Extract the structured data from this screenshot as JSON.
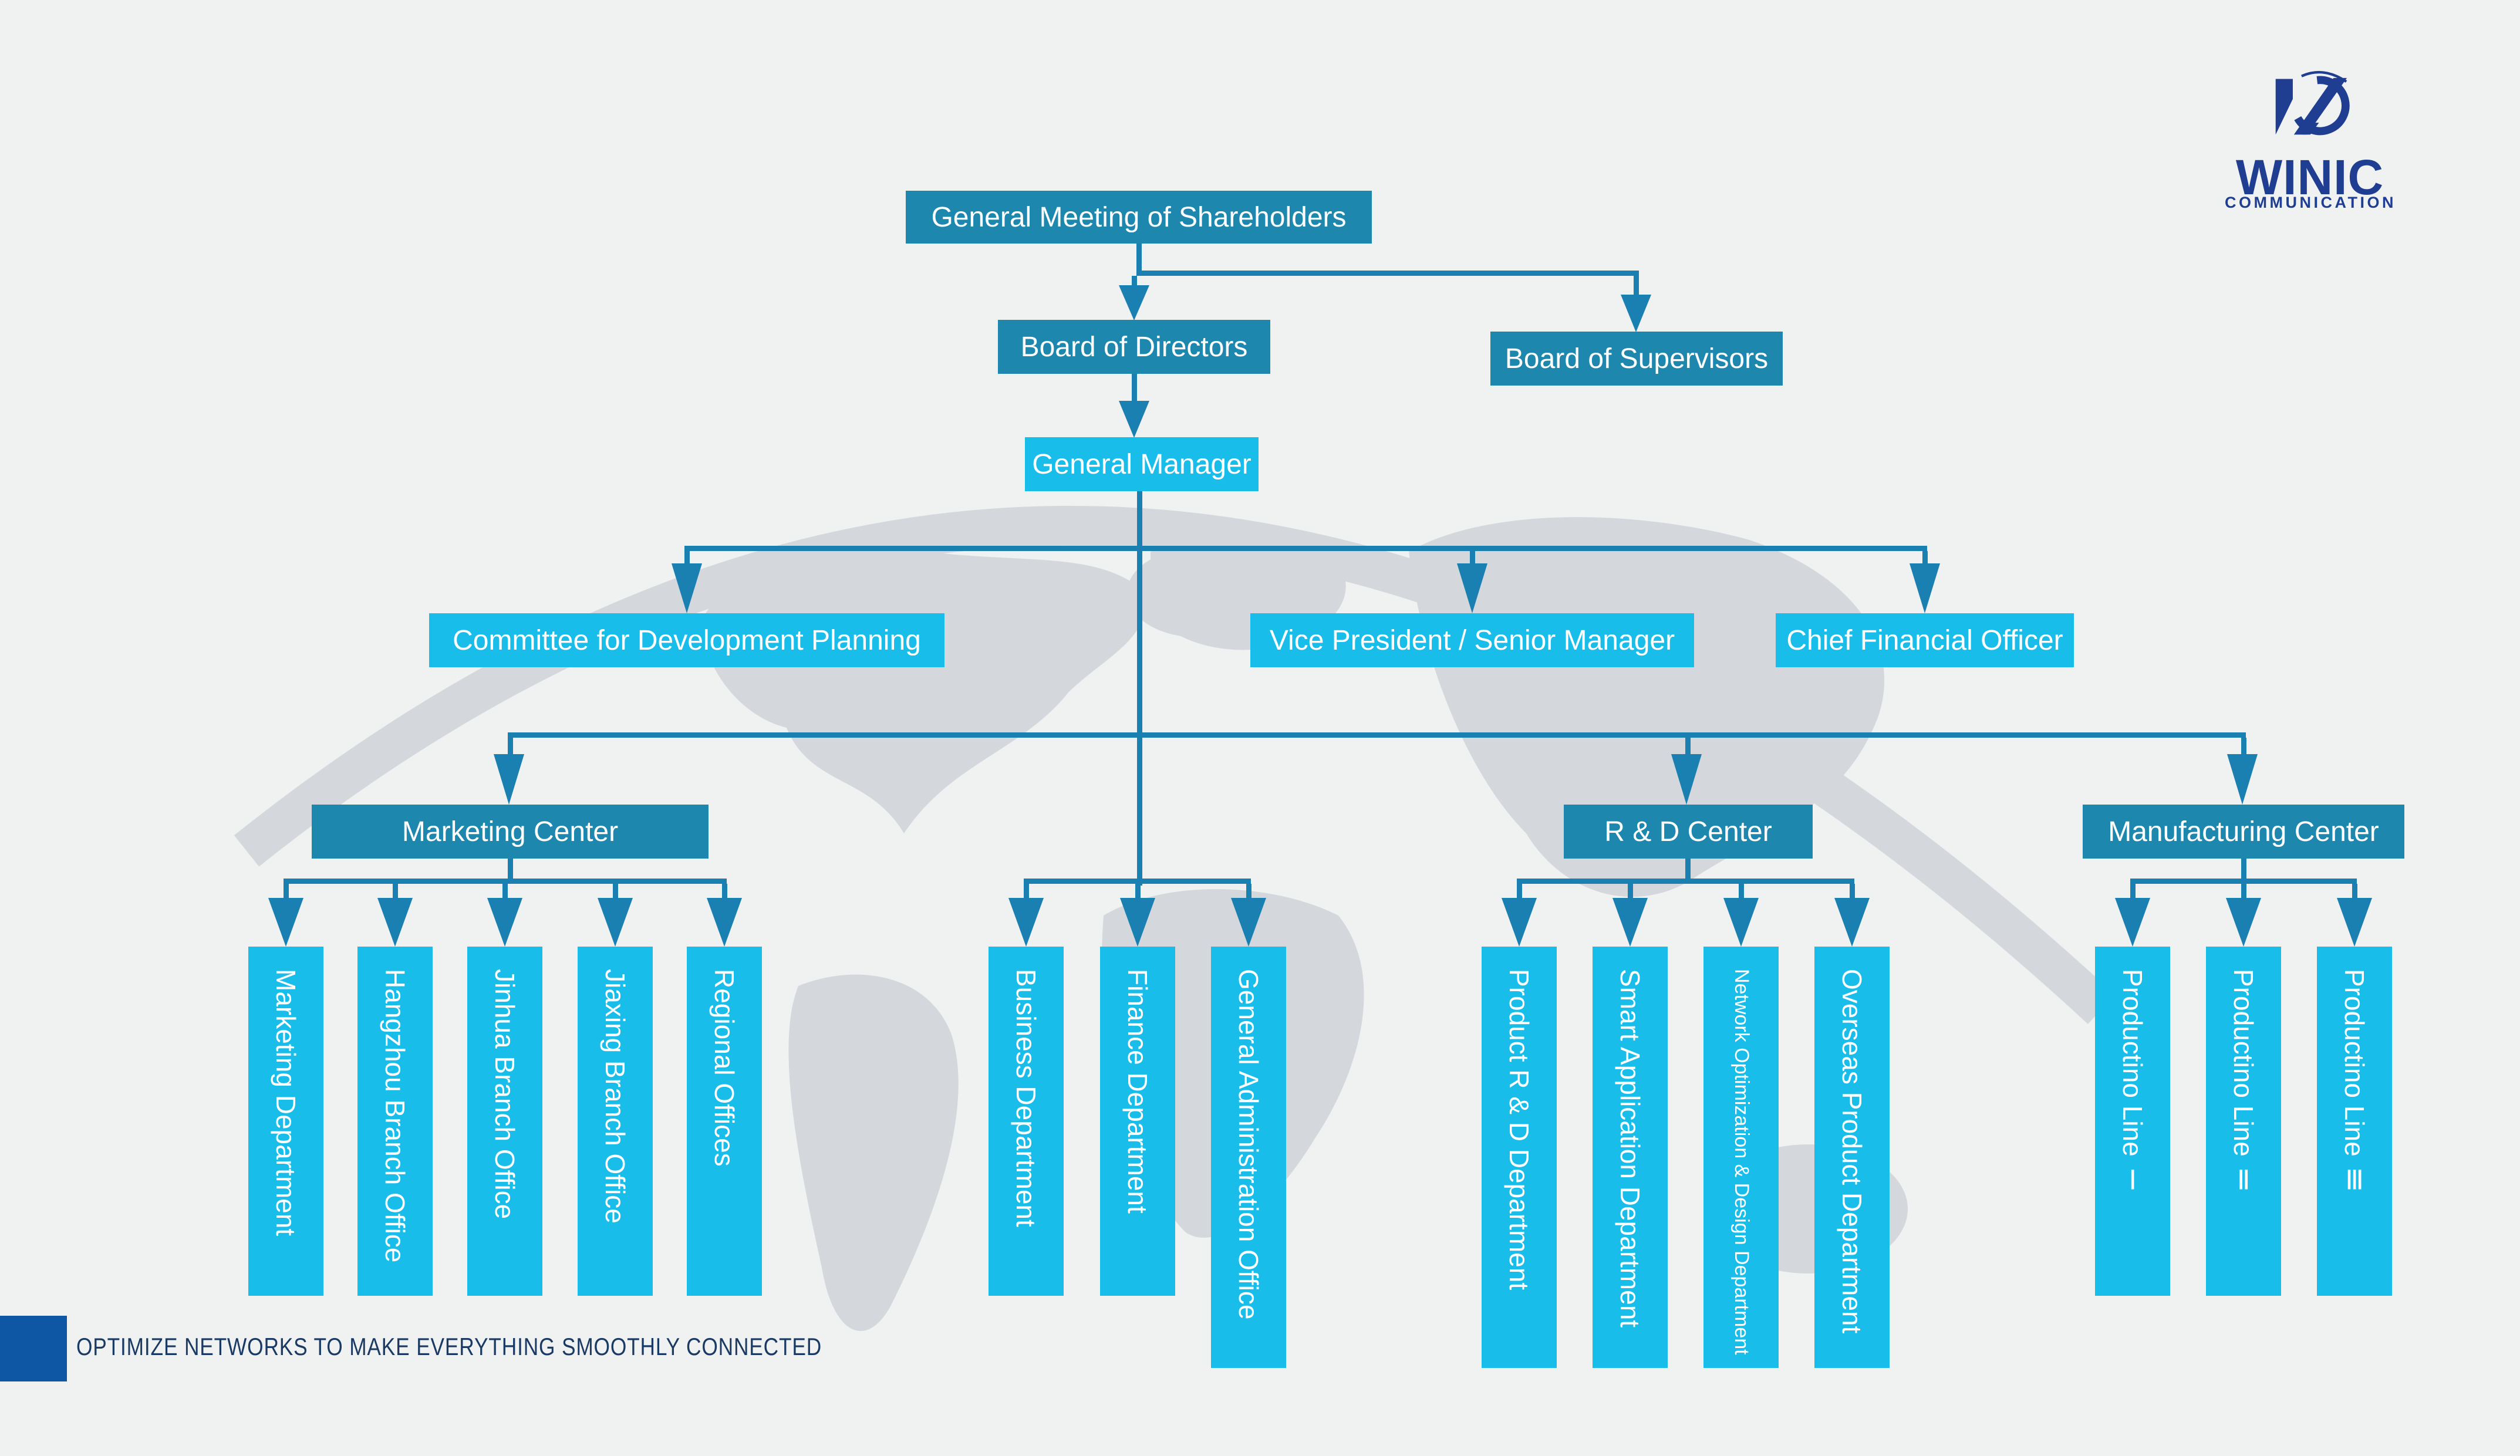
{
  "logo": {
    "name": "WINIC",
    "subname": "COMMUNICATION",
    "mark": "winic-swoosh-monogram",
    "color": "#1f3e92"
  },
  "footer": {
    "tagline": "OPTIMIZE NETWORKS TO MAKE EVERYTHING SMOOTHLY CONNECTED",
    "square_color": "#0d57a5"
  },
  "colors": {
    "background": "#f0f1f1",
    "box_dark_teal": "#1d87ae",
    "box_light_cyan": "#18bdea",
    "connector": "#1a80b2",
    "watermark_map": "#d4d8dd",
    "box_text": "#ffffff"
  },
  "org": {
    "root": "General Meeting of Shareholders",
    "board": {
      "directors": "Board of Directors",
      "supervisors": "Board of Supervisors"
    },
    "general_manager": "General Manager",
    "staff": [
      "Committee for Development Planning",
      "Vice President / Senior Manager",
      "Chief Financial Officer"
    ],
    "centers": [
      "Marketing Center",
      "R & D Center",
      "Manufacturing Center"
    ],
    "marketing_departments": [
      "Marketing Department",
      "Hangzhou Branch Office",
      "Jinhua Branch Office",
      "Jiaxing Branch Office",
      "Regional Offices"
    ],
    "admin_departments": [
      "Business Department",
      "Finance Department",
      "General Administration Office"
    ],
    "rd_departments": [
      "Product R & D Department",
      "Smart Application Department",
      "Network Optimization & Design Department",
      "Overseas Product Department"
    ],
    "manufacturing_departments": [
      "Productino Line Ⅰ",
      "Productino Line Ⅱ",
      "Productino Line Ⅲ"
    ]
  }
}
